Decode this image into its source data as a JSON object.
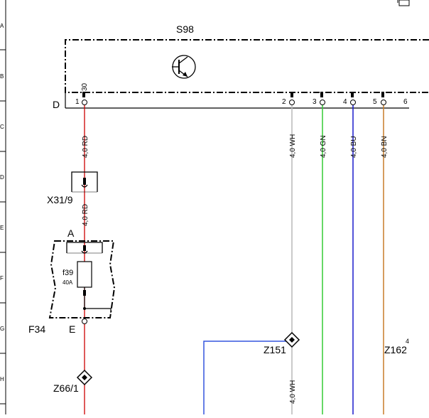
{
  "row_markers": [
    "A",
    "B",
    "C",
    "D",
    "E",
    "F",
    "G",
    "H"
  ],
  "component_s98": {
    "label": "S98",
    "side_label": "D"
  },
  "pins": [
    "1",
    "30",
    "2",
    "3",
    "4",
    "5",
    "6"
  ],
  "wires": {
    "rd_upper": "4,0 RD",
    "rd_lower": "4,0 RD",
    "wh": "4,0 WH",
    "gn": "4,0 GN",
    "bu": "4,0 BU",
    "bn": "4,0 BN",
    "wh_lower": "4,0 WH"
  },
  "connector_x31": {
    "label": "X31/9"
  },
  "fuse_f34": {
    "label": "F34",
    "terminal_top": "A",
    "terminal_bottom": "E",
    "fuse_name": "f39",
    "rating": "40A"
  },
  "splices": {
    "z151": "Z151",
    "z162": "Z162",
    "z66": "Z66/1"
  },
  "colors": {
    "red": "#cc0000",
    "white_wire": "#b8b8b8",
    "green": "#33cc33",
    "blue": "#1a1acc",
    "brown": "#c87d2a",
    "blue_branch": "#3355dd"
  }
}
